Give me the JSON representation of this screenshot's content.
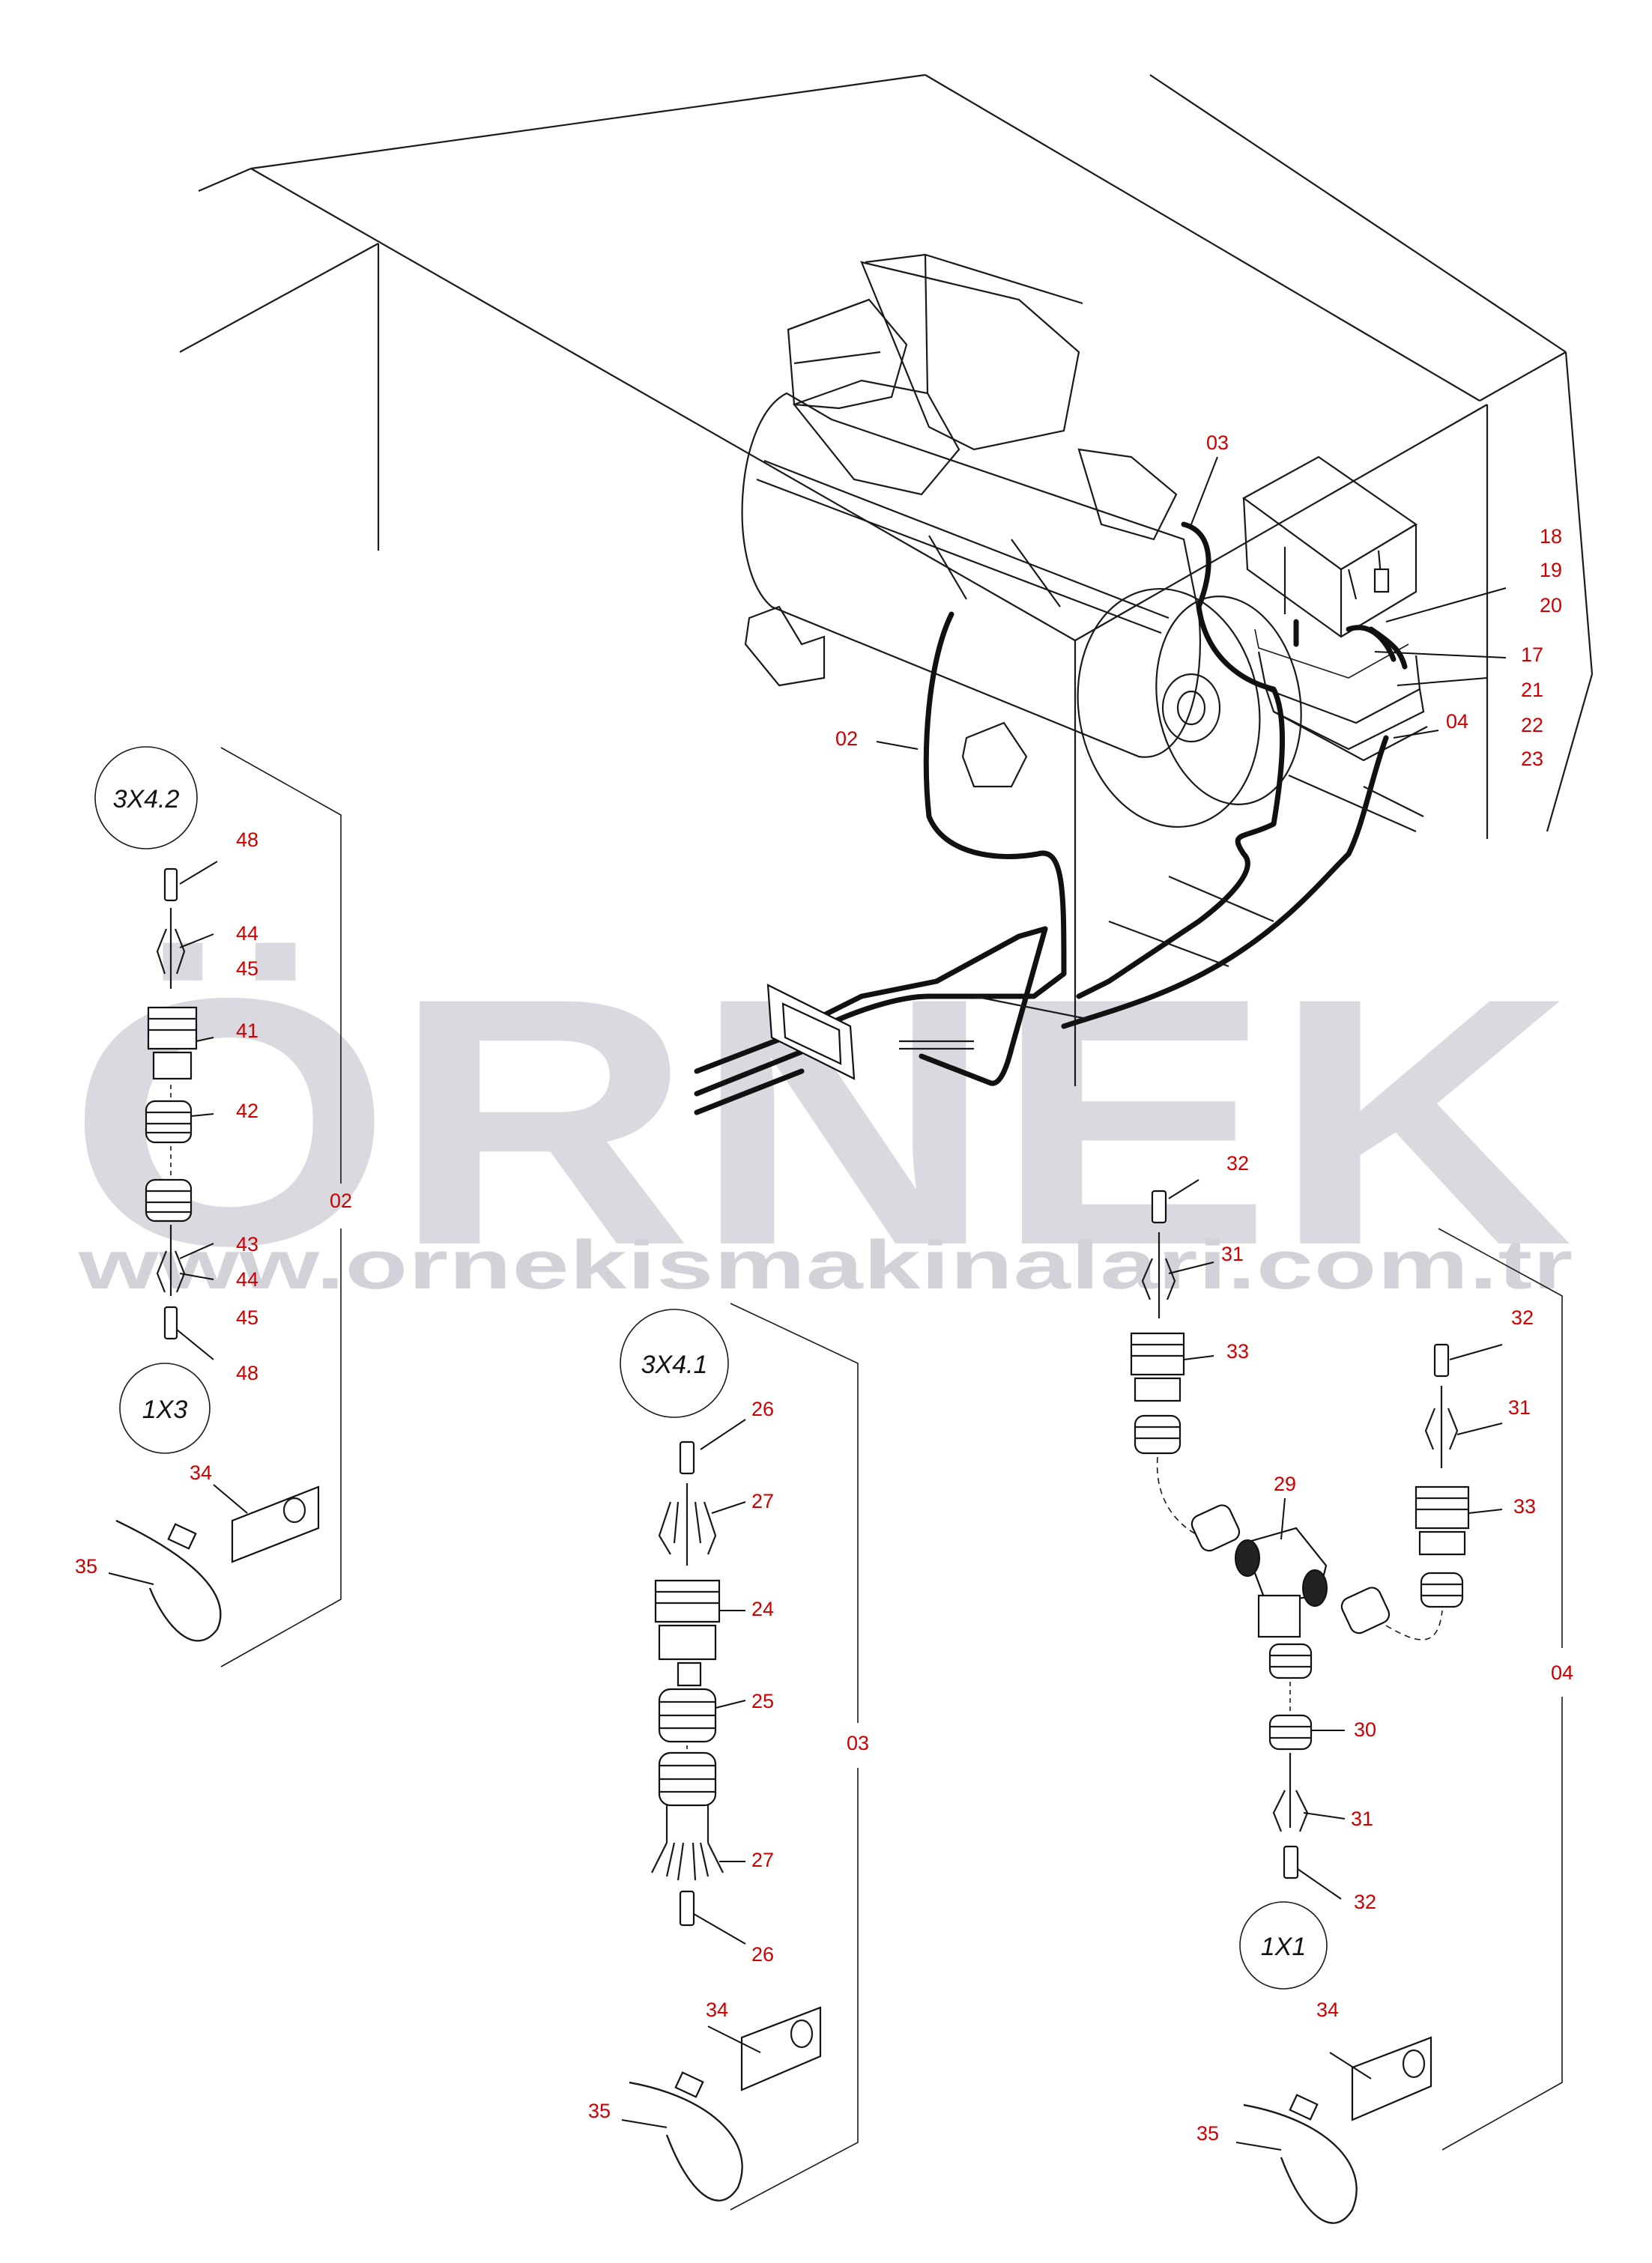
{
  "watermark": {
    "brand": "ÖRNEK",
    "url": "www.ornekismakinalari.com.tr"
  },
  "circle_labels": {
    "c1": "3X4.2",
    "c2": "1X3",
    "c3": "3X4.1",
    "c4": "1X1"
  },
  "group_labels": {
    "g02": "02",
    "g03": "03",
    "g04": "04"
  },
  "callouts": {
    "main_03": "03",
    "main_18": "18",
    "main_19": "19",
    "main_20": "20",
    "main_17": "17",
    "main_21": "21",
    "main_04": "04",
    "main_22": "22",
    "main_23": "23",
    "main_02": "02",
    "l_48a": "48",
    "l_44a": "44",
    "l_45a": "45",
    "l_41": "41",
    "l_42": "42",
    "l_43": "43",
    "l_44b": "44",
    "l_45b": "45",
    "l_48b": "48",
    "l_34": "34",
    "l_35": "35",
    "m_26a": "26",
    "m_27a": "27",
    "m_24": "24",
    "m_25": "25",
    "m_27b": "27",
    "m_26b": "26",
    "m_34": "34",
    "m_35": "35",
    "r_32a": "32",
    "r_31a": "31",
    "r_33a": "33",
    "r_32b": "32",
    "r_31b": "31",
    "r_33b": "33",
    "r_29": "29",
    "r_30": "30",
    "r_31c": "31",
    "r_32c": "32",
    "r_34": "34",
    "r_35": "35"
  },
  "colors": {
    "callout": "#cc0000",
    "lines": "#1a1a1a",
    "watermark": "#d9d9df"
  }
}
